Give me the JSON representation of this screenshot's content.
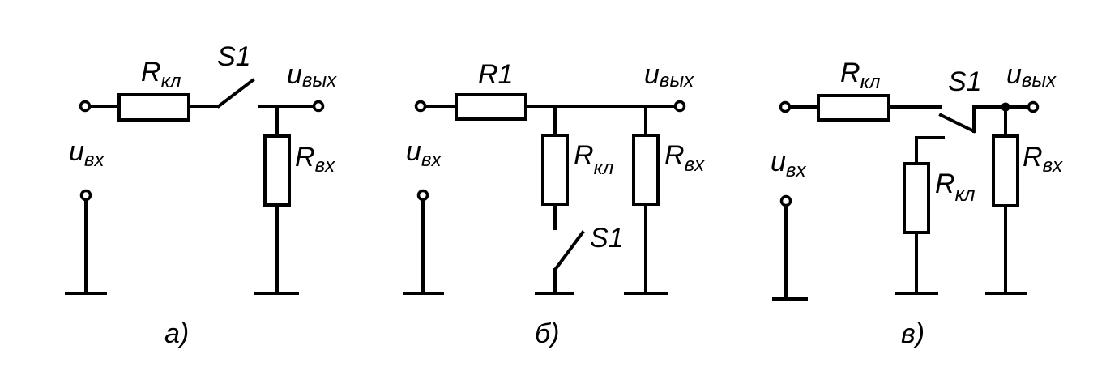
{
  "labels": {
    "R": "R",
    "u": "u",
    "sub_kl": "кл",
    "sub_vyh": "вых",
    "sub_vh": "вх",
    "R1": "R1",
    "S1": "S1"
  },
  "captions": {
    "a": "а)",
    "b": "б)",
    "v": "в)"
  }
}
